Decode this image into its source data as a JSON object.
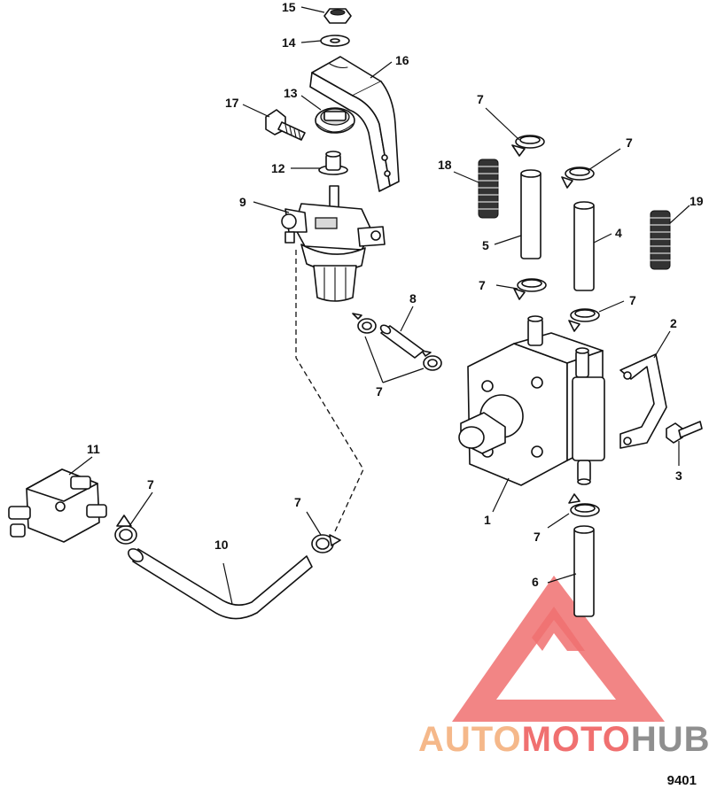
{
  "callouts": {
    "c1": "1",
    "c2": "2",
    "c3": "3",
    "c4": "4",
    "c5": "5",
    "c6": "6",
    "c7": "7",
    "c8": "8",
    "c9": "9",
    "c10": "10",
    "c11": "11",
    "c12": "12",
    "c13": "13",
    "c14": "14",
    "c15": "15",
    "c16": "16",
    "c17": "17",
    "c18": "18",
    "c19": "19"
  },
  "watermark": {
    "part1": "AUTO",
    "part2": "MOTO",
    "part3": "HUB",
    "color_orange": "#f5b88a",
    "color_red": "#f07070",
    "color_gray": "#8f8f8f"
  },
  "figure_number": "9401"
}
